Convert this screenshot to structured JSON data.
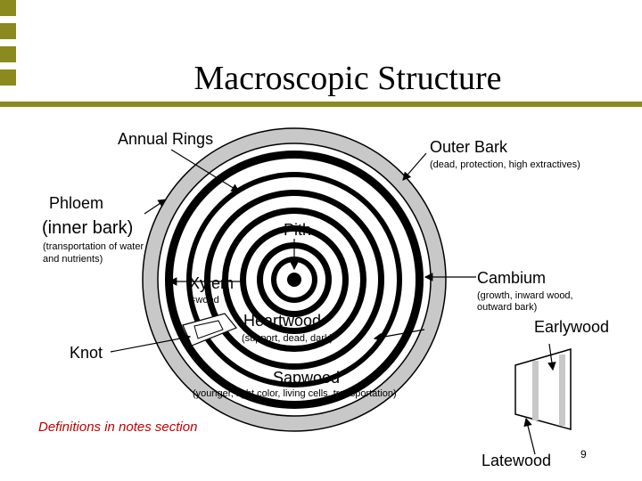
{
  "title": "Macroscopic Structure",
  "labels": {
    "annual_rings": "Annual Rings",
    "outer_bark": "Outer Bark",
    "outer_bark_note": "(dead, protection, high extractives)",
    "phloem": "Phloem",
    "inner_bark": "(inner bark)",
    "phloem_note_1": "(transportation of water",
    "phloem_note_2": "and nutrients)",
    "pith": "Pith",
    "xylem": "Xylem",
    "xylem_note": "=wood",
    "cambium": "Cambium",
    "cambium_note_1": "(growth, inward wood,",
    "cambium_note_2": "outward bark)",
    "heartwood": "Heartwood",
    "heartwood_note": "(support, dead, dark)",
    "earlywood": "Earlywood",
    "knot": "Knot",
    "sapwood": "Sapwood",
    "sapwood_note": "(younger, light color, living cells, transportation)",
    "latewood": "Latewood"
  },
  "footnote": "Definitions in notes section",
  "page_number": "9",
  "colors": {
    "accent_olive": "#8a8a1e",
    "bark_gray": "#c8c8c8",
    "footnote_red": "#c00000"
  }
}
